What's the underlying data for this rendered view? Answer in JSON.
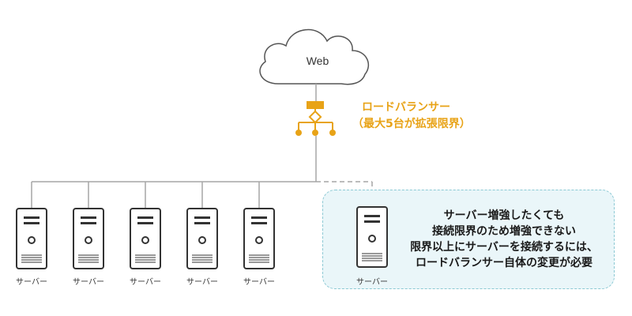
{
  "cloud": {
    "label": "Web"
  },
  "load_balancer": {
    "title": "ロードバランサー",
    "subtitle": "（最大5台が拡張限界）"
  },
  "servers": [
    {
      "label": "サーバー"
    },
    {
      "label": "サーバー"
    },
    {
      "label": "サーバー"
    },
    {
      "label": "サーバー"
    },
    {
      "label": "サーバー"
    }
  ],
  "extra_server": {
    "label": "サーバー"
  },
  "callout": {
    "lines": [
      "サーバー増強したくても",
      "接続限界のため増強できない",
      "限界以上にサーバーを接続するには、",
      "ロードバランサー自体の変更が必要"
    ]
  },
  "colors": {
    "accent": "#e8a317",
    "line": "#a6a6a6",
    "callout_bg": "#eaf6f9",
    "callout_border": "#8cc9d4",
    "server_stroke": "#333333"
  }
}
